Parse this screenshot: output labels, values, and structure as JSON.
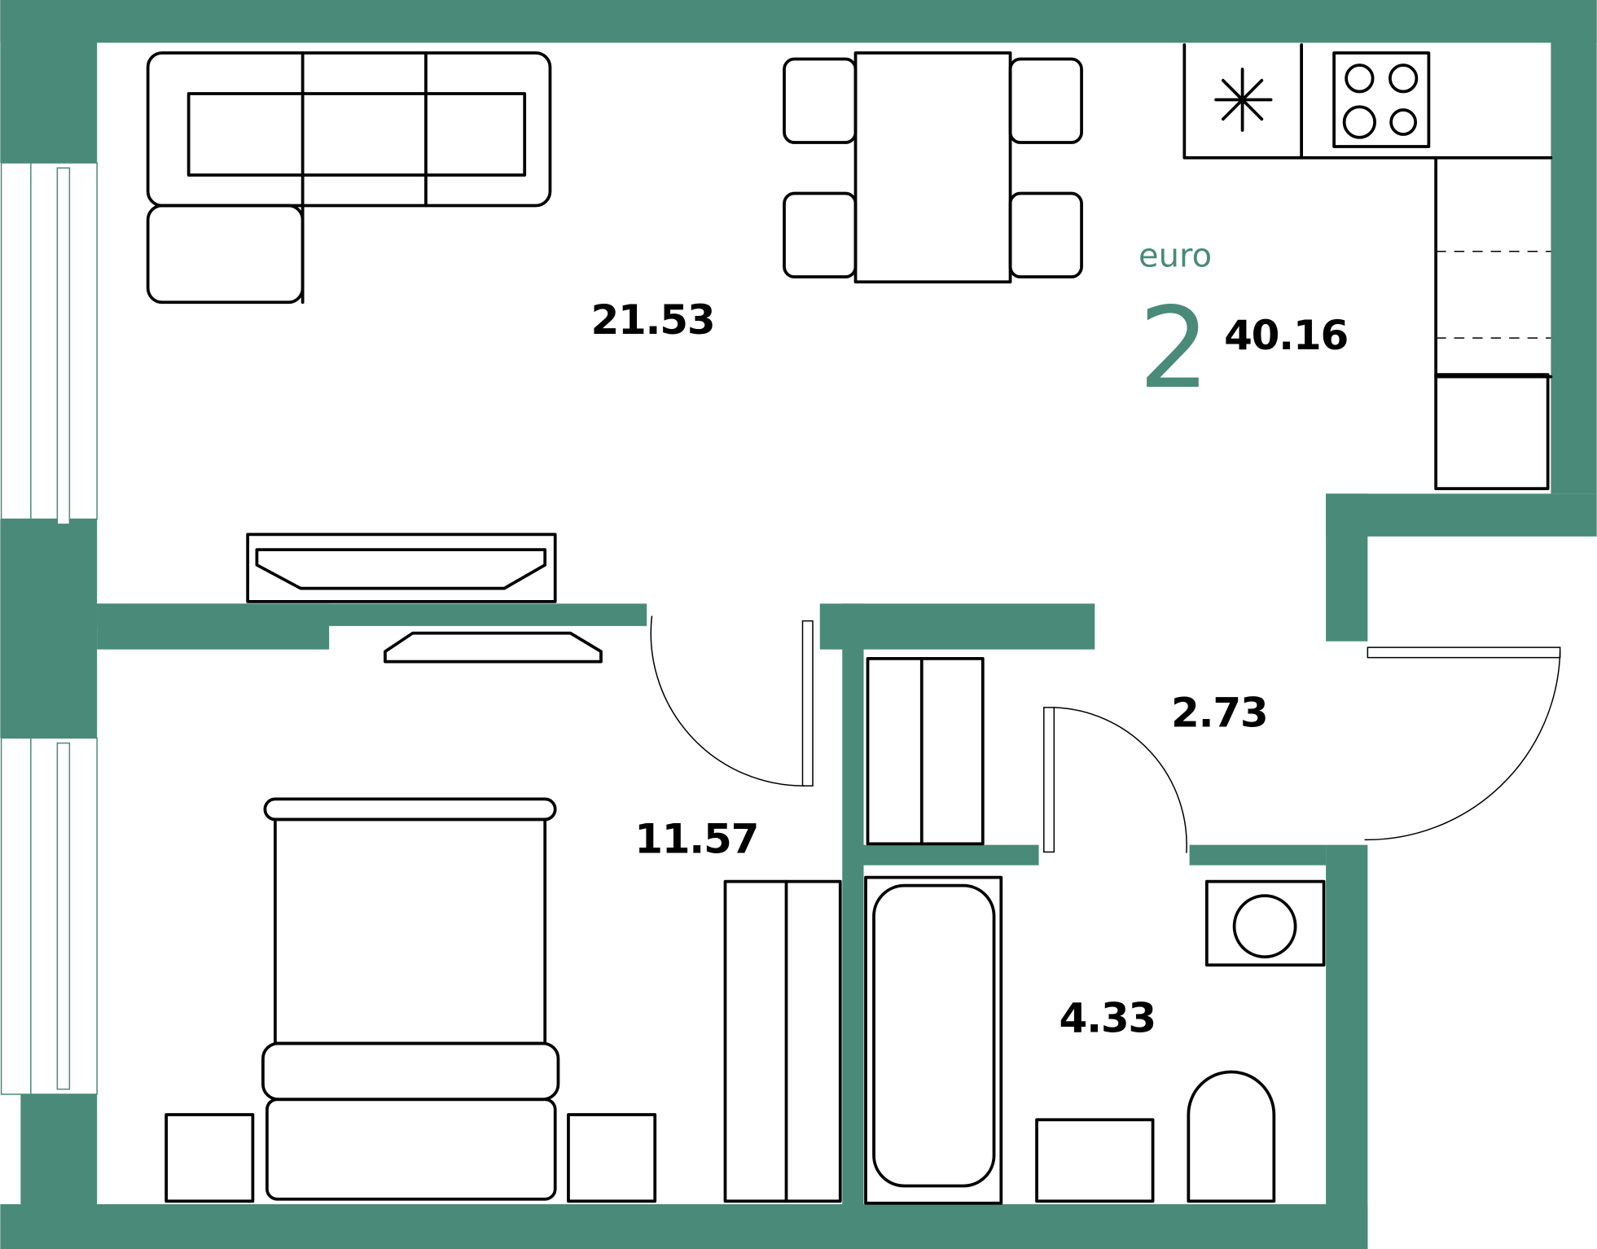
{
  "plan": {
    "currency_label": "euro",
    "rooms_count": "2",
    "total_area": "40.16",
    "areas": {
      "living_kitchen": "21.53",
      "bedroom": "11.57",
      "hallway": "2.73",
      "bathroom": "4.33"
    },
    "colors": {
      "wall": "#4a8a79",
      "text": "#000000"
    }
  }
}
